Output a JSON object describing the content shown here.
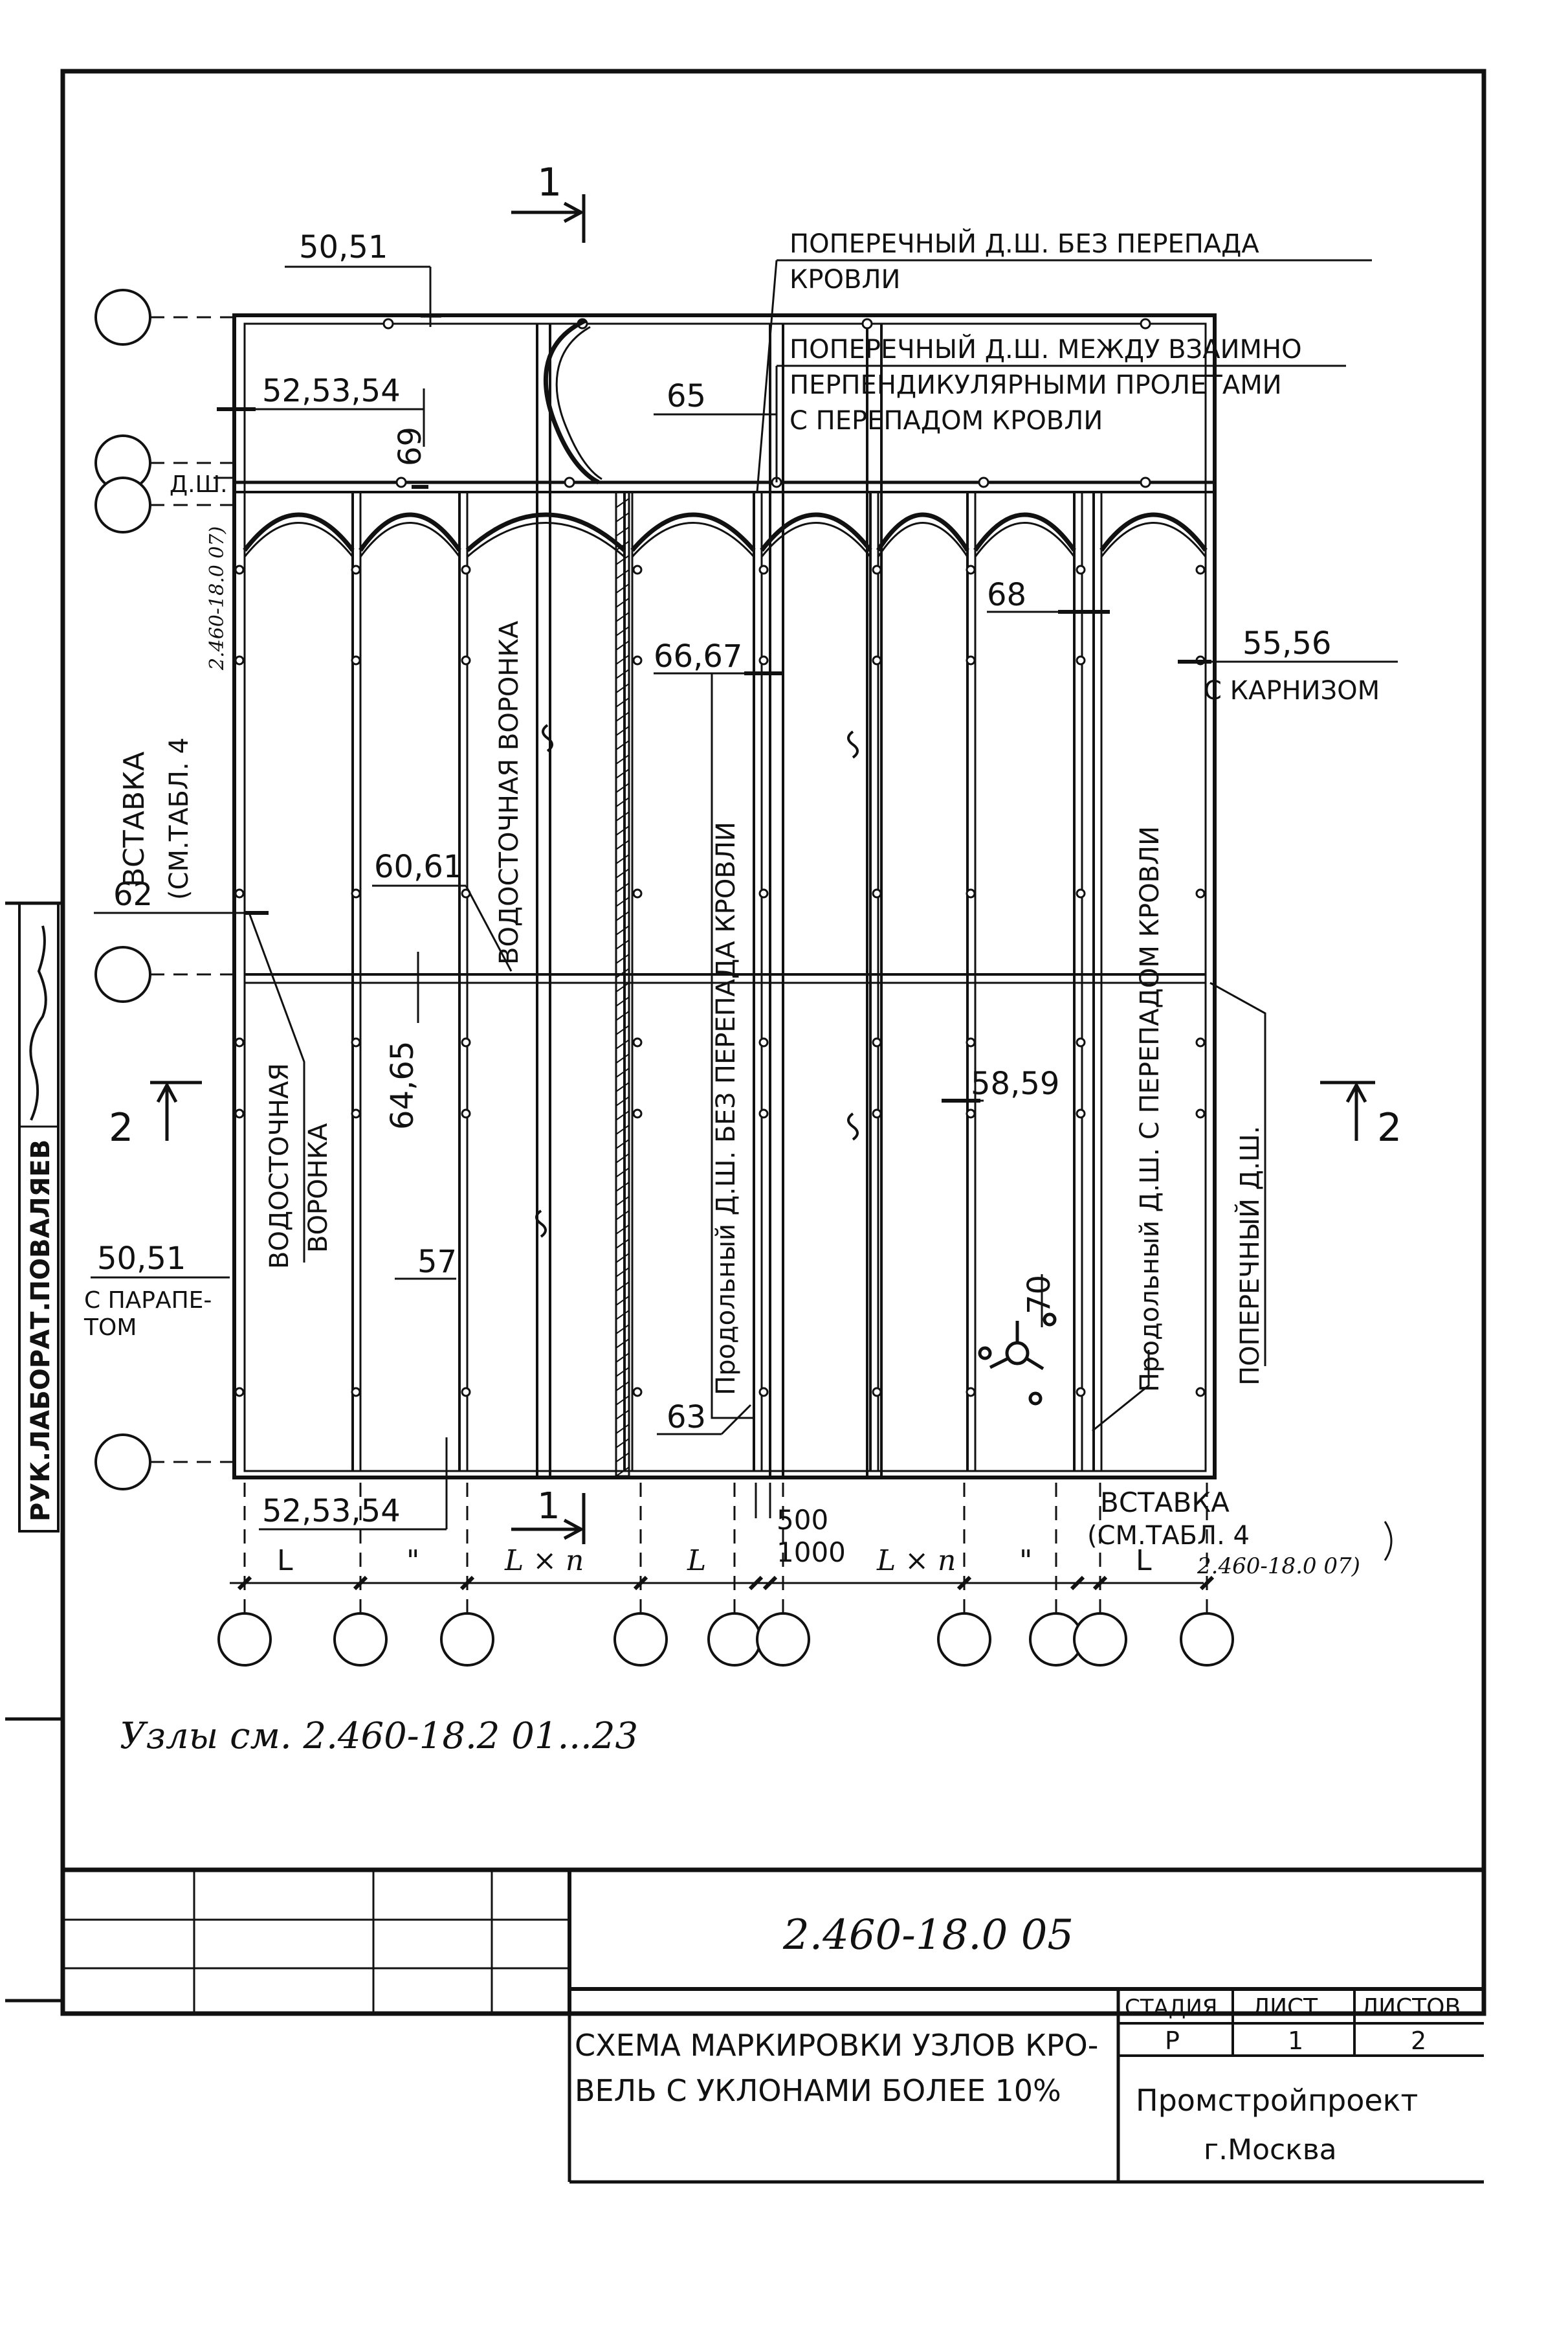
{
  "section_marks": {
    "top": "1",
    "bottom": "1",
    "left": "2",
    "right": "2"
  },
  "labels": {
    "l_50_51_top": "50,51",
    "l_52_53_54_top": "52,53,54",
    "l_69": "69",
    "l_dsh": "Д.Ш.",
    "l_65": "65",
    "l_68": "68",
    "l_66_67": "66,67",
    "l_55_56": "55,56",
    "l_karniz": "С КАРНИЗОМ",
    "l_62": "62",
    "l_60_61": "60,61",
    "l_64_65": "64,65",
    "l_58_59": "58,59",
    "l_70": "70",
    "l_50_51_bot": "50,51",
    "l_parapet_1": "С ПАРАПЕ-",
    "l_parapet_2": "ТОМ",
    "l_57": "57",
    "l_63": "63",
    "l_52_53_54_bot": "52,53,54",
    "l_500": "500",
    "l_1000": "1000"
  },
  "notes": {
    "top_1_line1": "ПОПЕРЕЧНЫЙ Д.Ш. БЕЗ ПЕРЕПАДА",
    "top_1_line2": "КРОВЛИ",
    "top_2_line1": "ПОПЕРЕЧНЫЙ Д.Ш. МЕЖДУ ВЗАИМНО",
    "top_2_line2": "ПЕРПЕНДИКУЛЯРНЫМИ ПРОЛЕТАМИ",
    "top_2_line3": "С ПЕРЕПАДОМ КРОВЛИ",
    "vstavka_left_1": "ВСТАВКА",
    "vstavka_left_2": "(СМ.ТАБЛ. 4",
    "vstavka_left_3": "2.460-18.0 07)",
    "vodost_voronka_top": "ВОДОСТОЧНАЯ ВОРОНКА",
    "vodost_voronka_1": "ВОДОСТОЧНАЯ",
    "vodost_voronka_2": "ВОРОНКА",
    "prod_bez": "Продольный Д.Ш. БЕЗ ПЕРЕПАДА КРОВЛИ",
    "prod_s": "Продольный Д.Ш. С ПЕРЕПАДОМ КРОВЛИ",
    "poperechny": "ПОПЕРЕЧНЫЙ Д.Ш.",
    "vstavka_bot_1": "ВСТАВКА",
    "vstavka_bot_2": "(СМ.ТАБЛ. 4",
    "vstavka_bot_3": "2.460-18.0 07)",
    "uzly": "Узлы см. 2.460-18.2  01...23"
  },
  "dimensions": {
    "d1": "L",
    "d2": "\"",
    "d3": "L × n",
    "d4": "L",
    "d5": "L × n",
    "d6": "\"",
    "d7": "L"
  },
  "side_stamp": {
    "text": "РУК.ЛАБОРАТ.ПОВАЛЯЕВ"
  },
  "title_block": {
    "code": "2.460-18.0 05",
    "title_line1": "СХЕМА МАРКИРОВКИ УЗЛОВ КРО-",
    "title_line2": "ВЕЛЬ С УКЛОНАМИ БОЛЕЕ 10%",
    "stage_header": "СТАДИЯ",
    "sheet_header": "ЛИСТ",
    "sheets_header": "ЛИСТОВ",
    "stage": "Р",
    "sheet": "1",
    "sheets": "2",
    "org": "Промстройпроект",
    "city": "г.Москва"
  },
  "colors": {
    "ink": "#111111",
    "paper": "#ffffff"
  }
}
